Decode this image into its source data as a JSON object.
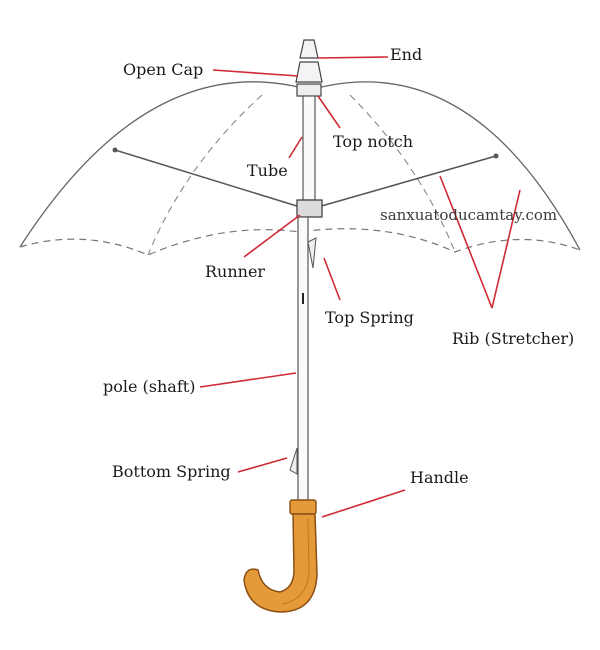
{
  "labels": {
    "end": "End",
    "open_cap": "Open Cap",
    "top_notch": "Top notch",
    "tube": "Tube",
    "runner": "Runner",
    "top_spring": "Top Spring",
    "rib_stretcher": "Rib (Stretcher)",
    "pole_shaft": "pole (shaft)",
    "bottom_spring": "Bottom Spring",
    "handle": "Handle"
  },
  "watermark": "sanxuatoducamtay.com",
  "colors": {
    "leader_line": "#d02a35",
    "outline": "#555555",
    "handle_fill": "#e59a3a",
    "handle_stroke": "#8a4e12",
    "text": "#1a1a1a"
  }
}
